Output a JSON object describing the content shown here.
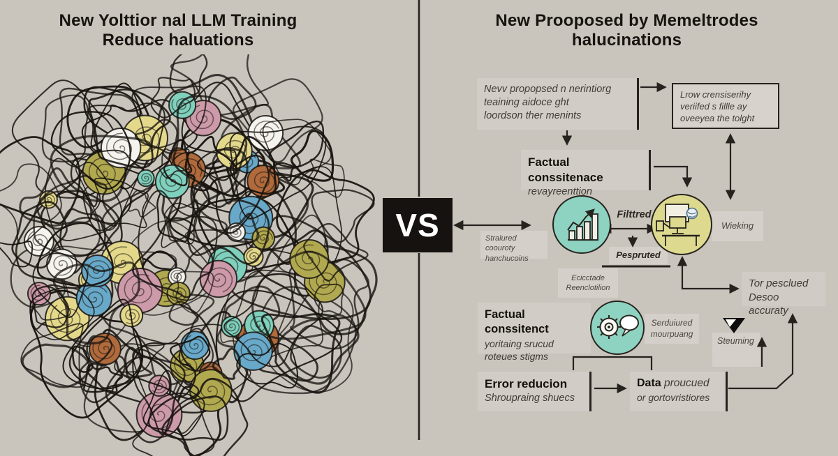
{
  "page": {
    "background": "#c9c4bc",
    "divider_color": "#26231e"
  },
  "left": {
    "title_line1": "New Yolttior nal LLM Training",
    "title_line2": "Reduce haluations",
    "scribble_palette": [
      "#7fd0bd",
      "#d9c763",
      "#cc9aa9",
      "#f5f3ee",
      "#68a9c9",
      "#b1a94f",
      "#b06a3c",
      "#e4d98b"
    ],
    "scribble_ink": "#181410"
  },
  "vs": {
    "label": "VS",
    "bg": "#15120f",
    "color": "#ffffff"
  },
  "right": {
    "title_line1": "New Prooposed by Memeltrodes",
    "title_line2": "halucinations",
    "box_a": {
      "line1": "Nevv propopsed n nerintiorg",
      "line2": "teaining aidoce ght",
      "line3": "loordson ther menints"
    },
    "box_b": {
      "line1": "Lrow crensiserihy",
      "line2": "veriifed s fillle ay",
      "line3": "oveeyea the tolght"
    },
    "box_c": {
      "title": "Factual conssitenace",
      "subtitle": "revayreenttion"
    },
    "label_structured": {
      "line1": "Stralured coouroty",
      "line2": "hanchucoins"
    },
    "label_filtered": "Filttred",
    "box_pexputed": "Pespruted",
    "label_wieking": "Wieking",
    "box_ecicctade": {
      "line1": "Ecicctade",
      "line2": "Reenclotilion"
    },
    "box_tor": {
      "line1": "Tor pesclued",
      "line2": "Desoo accuraty"
    },
    "box_factual2": {
      "title": "Factual conssitenct",
      "line2": "yoritaing srucud",
      "line3": "roteues stigms"
    },
    "label_serdufured": {
      "line1": "Serduiured",
      "line2": "mourpuang"
    },
    "box_steuming": "Steuming",
    "box_error": {
      "title": "Error reducion",
      "subtitle": "Shroupraing shuecs"
    },
    "box_data": {
      "title": "Data",
      "title_rest": "proucued",
      "subtitle": "or gortovristiores"
    }
  },
  "icons": {
    "trend_chart": "bar-chart-with-rising-arrow",
    "workstation": "desk-with-computer",
    "processing": "gear-with-speech-bubble",
    "funnel": "black-filled-down-triangle"
  },
  "colors": {
    "teal_circle": "#8ed2c1",
    "yellow_circle": "#ddd98e",
    "box_fill": "#d1cdc6",
    "ink": "#26231e"
  }
}
